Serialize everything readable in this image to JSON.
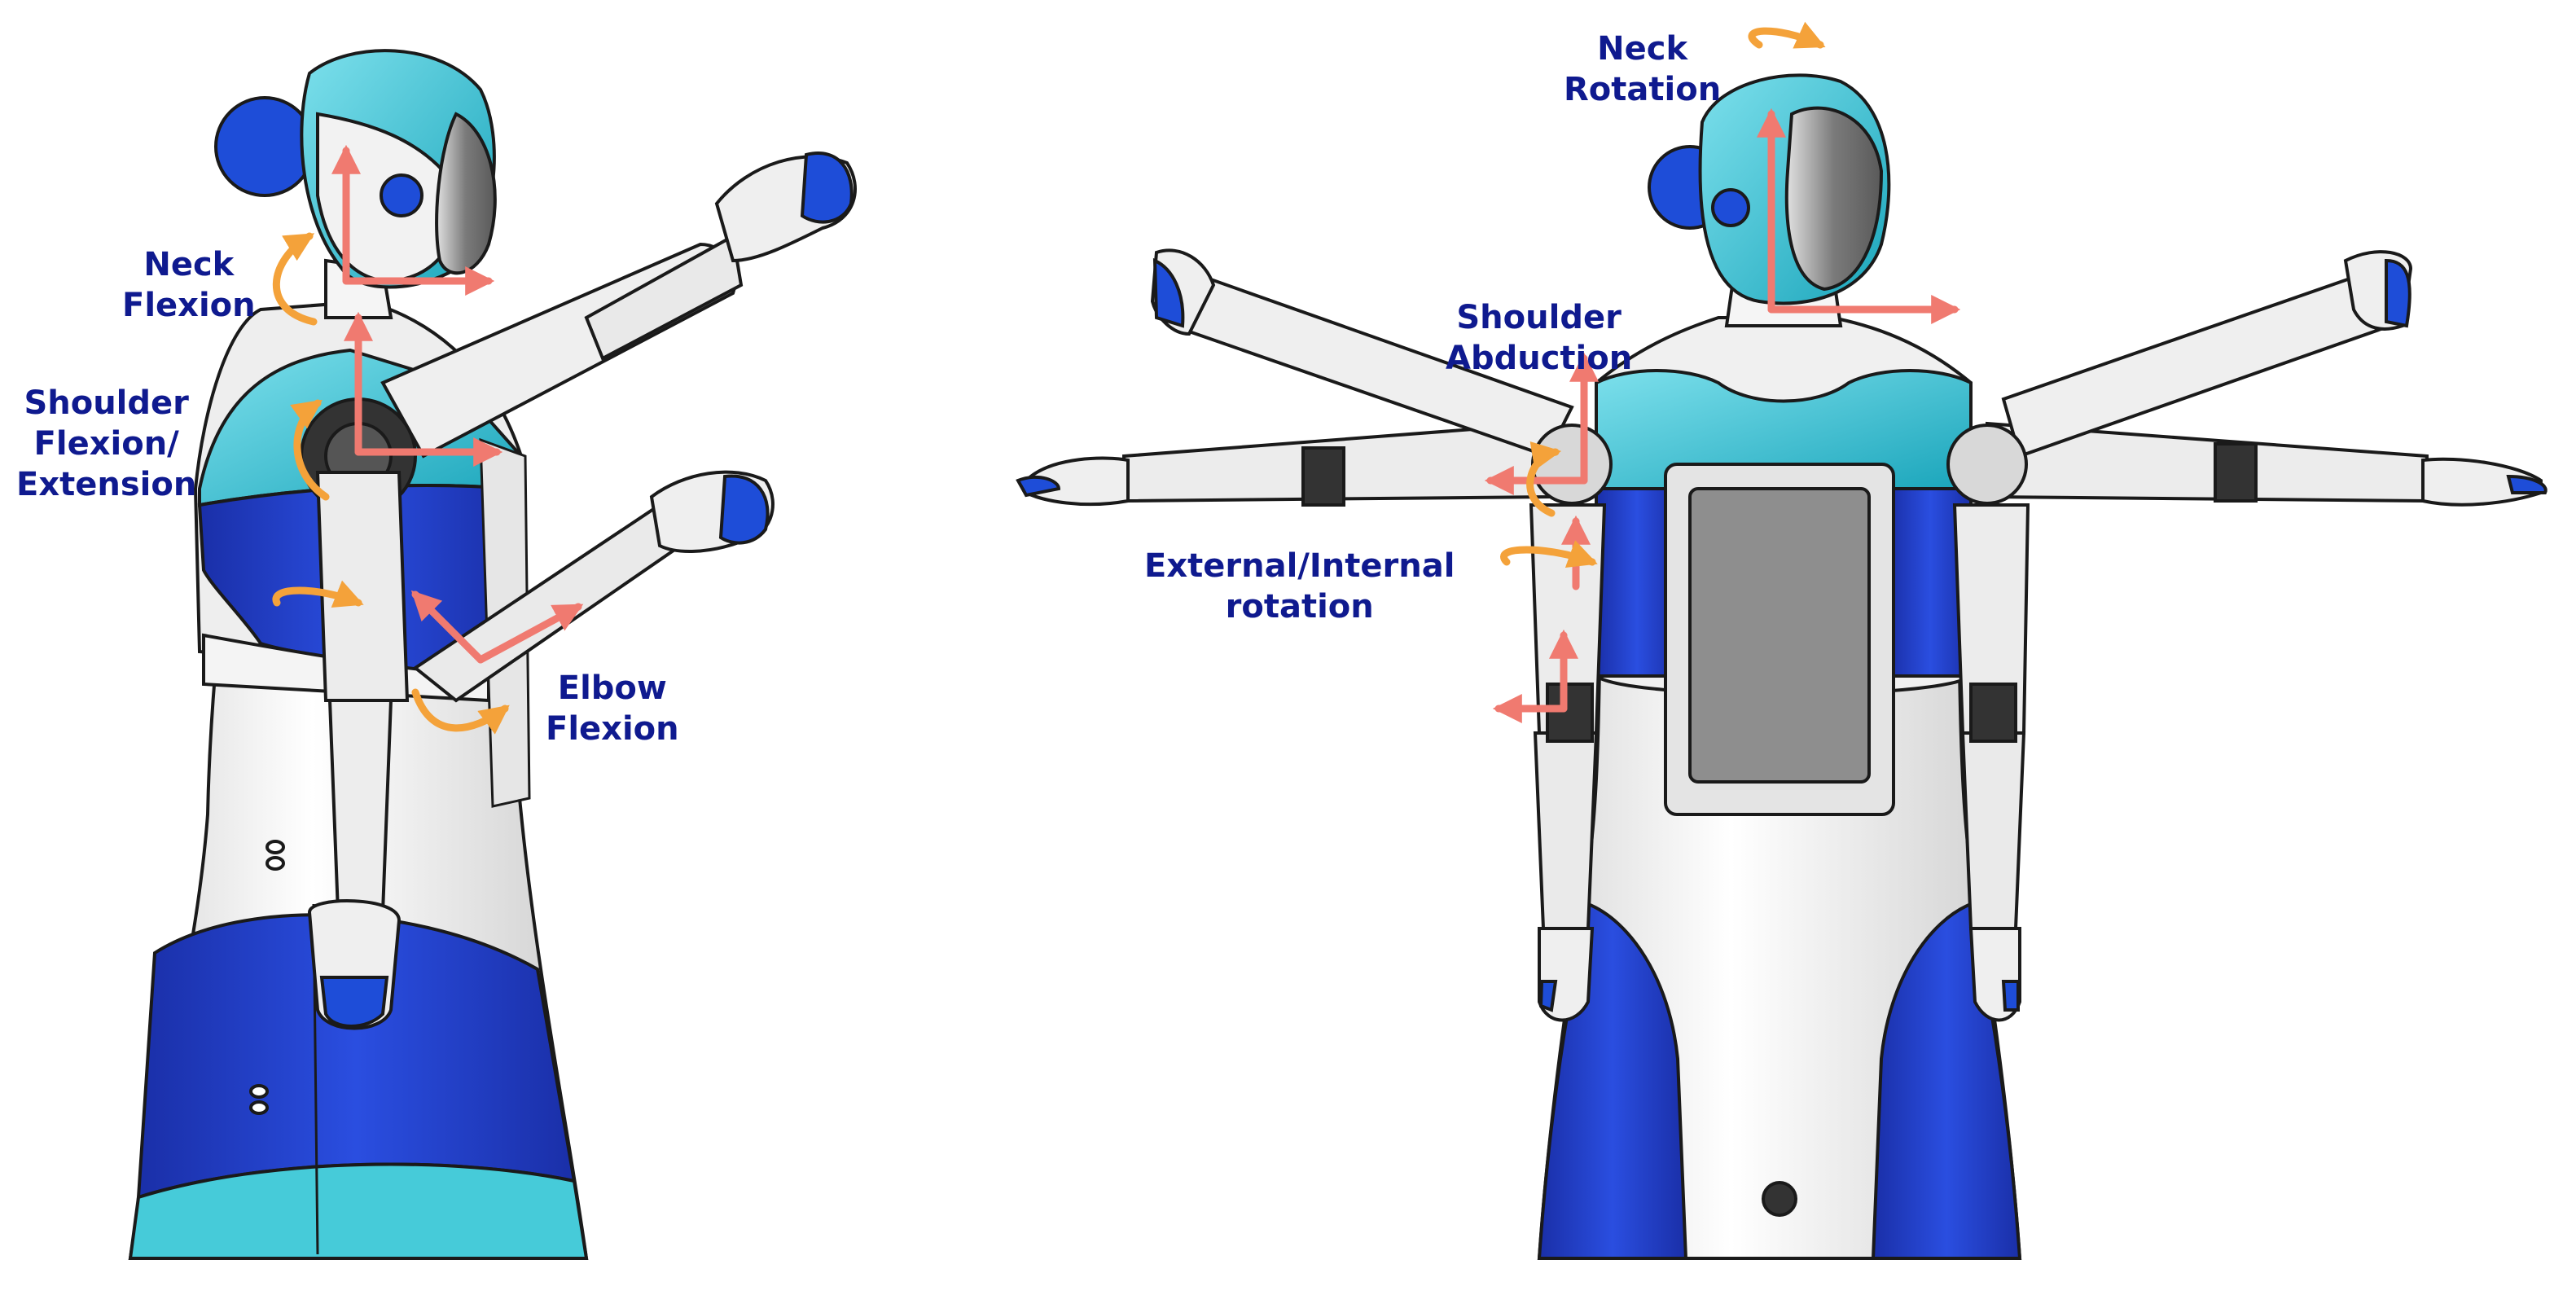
{
  "figure": {
    "left_view": {
      "labels": {
        "neck_flexion": "Neck\nFlexion",
        "shoulder_flexion_extension": "Shoulder\nFlexion/\nExtension",
        "elbow_flexion": "Elbow\nFlexion"
      }
    },
    "right_view": {
      "labels": {
        "neck_rotation": "Neck\nRotation",
        "shoulder_abduction": "Shoulder\nAbduction",
        "external_internal_rotation": "External/Internal\nrotation"
      }
    }
  },
  "colors": {
    "body_white": "#f2f2f2",
    "outline": "#1a1a1a",
    "cyan": "#2bb8cc",
    "light_cyan": "#46cbd9",
    "blue": "#1e3ccc",
    "dark_blue": "#1a2fa8",
    "arrow_axis": "#f07a70",
    "arrow_rotation": "#f4a23a",
    "screen_gray": "#8e8e8e",
    "label_text": "#0f1a8f"
  }
}
